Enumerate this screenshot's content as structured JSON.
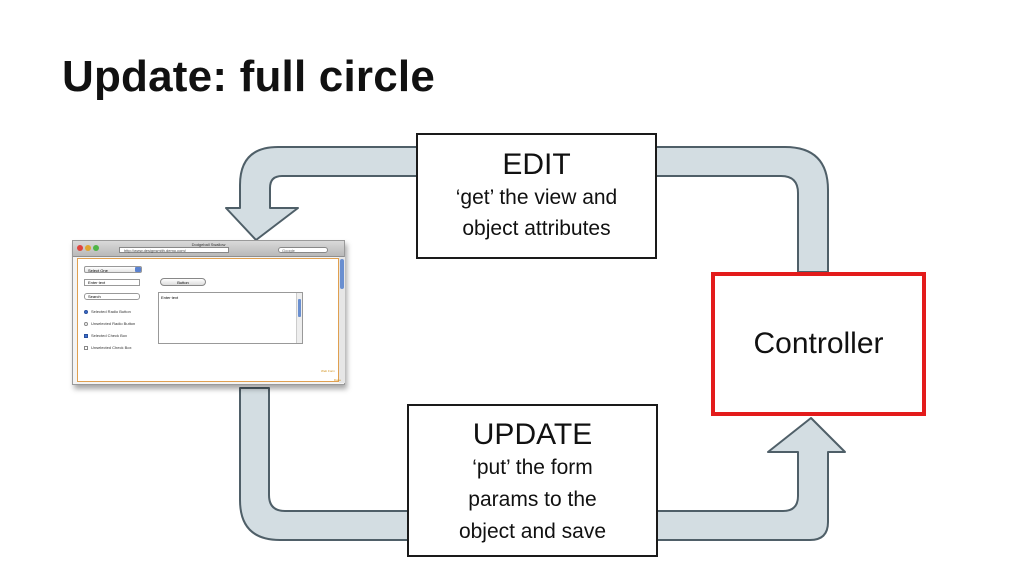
{
  "title": "Update: full circle",
  "edit": {
    "heading": "EDIT",
    "line1": "‘get’ the view and",
    "line2": "object attributes"
  },
  "update": {
    "heading": "UPDATE",
    "line1": "‘put’ the form",
    "line2": "params to the",
    "line3": "object and save"
  },
  "controller": {
    "label": "Controller"
  },
  "colors": {
    "arrow_fill": "#d3dde2",
    "arrow_stroke": "#4f5f68",
    "controller_border": "#e31b1b",
    "box_border": "#1a1a1a"
  },
  "browser_screenshot": {
    "window_title": "Dodgeball Swallow",
    "url": "http://www.designsmith.demo.com/",
    "search_placeholder": "Google",
    "select_value": "Select One",
    "text_field": "Enter text",
    "button_label": "Button",
    "search_field": "Search",
    "textarea_text": "Enter text",
    "options": [
      "Selected Radio Button",
      "Unselected Radio Button",
      "Selected Check Box",
      "Unselected Check Box"
    ],
    "footer_1": "Web Form",
    "footer_2": "Done"
  }
}
